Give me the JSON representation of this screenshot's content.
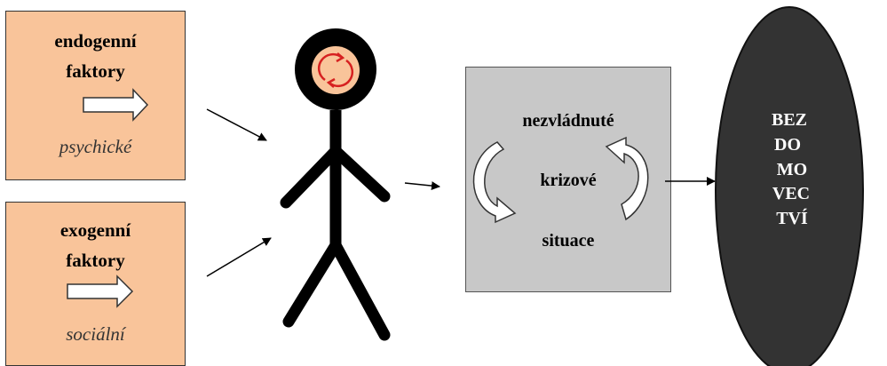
{
  "endogenous": {
    "title1": "endogenní",
    "title2": "faktory",
    "subtitle": "psychické"
  },
  "exogenous": {
    "title1": "exogenní",
    "title2": "faktory",
    "subtitle": "sociální"
  },
  "crisis": {
    "line1": "nezvládnuté",
    "line2": "krizové",
    "line3": "situace"
  },
  "outcome": {
    "l1": "BEZ",
    "l2": "DO",
    "l3": "MO",
    "l4": "VEC",
    "l5": "TVÍ"
  },
  "colors": {
    "box_fill": "#f9c49a",
    "grey_fill": "#c8c8c8",
    "ellipse_fill": "#333333",
    "figure": "#000000"
  }
}
